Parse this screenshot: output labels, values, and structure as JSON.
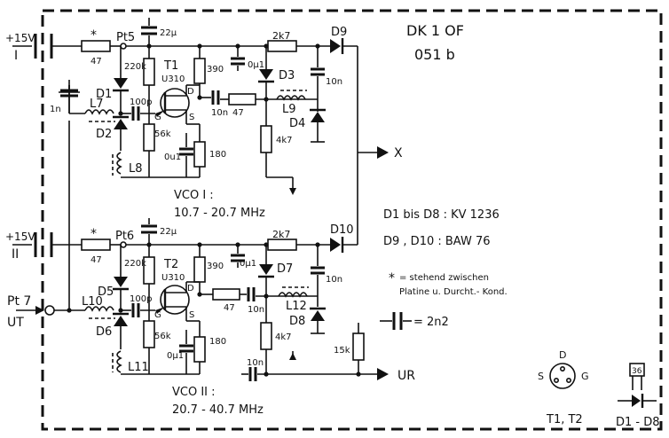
{
  "title": {
    "line1": "DK 1 OF",
    "line2": "051 b"
  },
  "supply": {
    "top_voltage": "+15V",
    "top_roman": "I",
    "bottom_voltage": "+15V",
    "bottom_roman": "II"
  },
  "inputs": {
    "pt7": "Pt 7",
    "ut": "UT"
  },
  "outputs": {
    "x": "X",
    "ur": "UR"
  },
  "vco1": {
    "pt": "Pt5",
    "star": "*",
    "r_supply": "47",
    "c_supply": "22µ",
    "r_bias": "220k",
    "transistor": "T1",
    "transistor_type": "U310",
    "r_drain": "390",
    "c_decouple": "0µ1",
    "r_series": "2k7",
    "diode_out": "D9",
    "diode_var": "D3",
    "c_10n_right": "10n",
    "diode_d1": "D1",
    "diode_d2": "D2",
    "diode_d4": "D4",
    "l7": "L7",
    "l8": "L8",
    "l9": "L9",
    "c_1n": "1n",
    "c_100p": "100p",
    "r_56k": "56k",
    "c_0u1": "0u1",
    "r_180": "180",
    "c_10n_mid": "10n",
    "r_47_mid": "47",
    "r_4k7": "4k7",
    "pin_g": "G",
    "pin_s": "S",
    "pin_d": "D",
    "label": "VCO I :",
    "range": "10.7 - 20.7 MHz"
  },
  "vco2": {
    "pt": "Pt6",
    "star": "*",
    "r_supply": "47",
    "c_supply": "22µ",
    "r_bias": "220k",
    "transistor": "T2",
    "transistor_type": "U310",
    "r_drain": "390",
    "c_decouple": "0µ1",
    "r_series": "2k7",
    "diode_out": "D10",
    "diode_var": "D7",
    "c_10n_right": "10n",
    "diode_d5": "D5",
    "diode_d6": "D6",
    "diode_d8": "D8",
    "l10": "L10",
    "l11": "L11",
    "l12": "L12",
    "c_100p": "100p",
    "r_56k": "56k",
    "c_0u1": "0µ1",
    "r_180": "180",
    "c_10n_mid": "10n",
    "r_47_mid": "47",
    "r_4k7": "4k7",
    "r_15k": "15k",
    "c_10n_bottom": "10n",
    "pin_g": "G",
    "pin_s": "S",
    "pin_d": "D",
    "label": "VCO II :",
    "range": "20.7 - 40.7 MHz"
  },
  "notes": {
    "diodes_1": "D1  bis  D8 :  KV 1236",
    "diodes_2": "D9 , D10  :    BAW 76",
    "star": "*",
    "star_note_1": "= stehend zwischen",
    "star_note_2": "Platine u. Durcht.- Kond.",
    "feedthrough": "= 2n2"
  },
  "pinout": {
    "pin_d": "D",
    "pin_s": "S",
    "pin_g": "G",
    "caption": "T1, T2",
    "diode_code": "36",
    "diode_caption": "D1 - D8"
  }
}
